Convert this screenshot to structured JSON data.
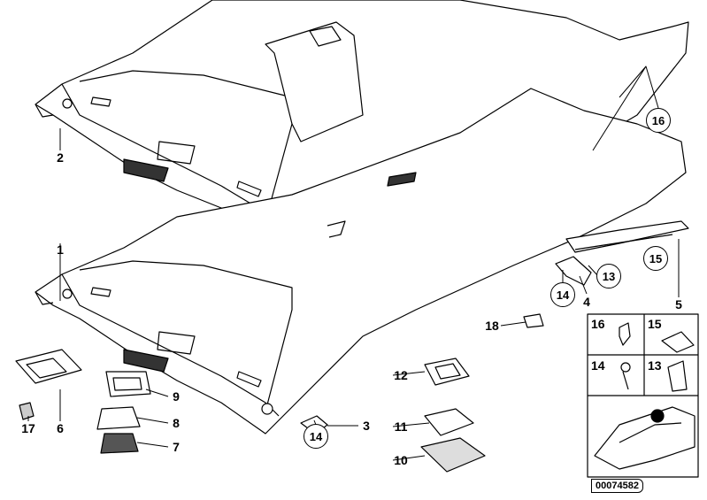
{
  "diagram": {
    "part_labels": {
      "p1": "1",
      "p2": "2",
      "p3": "3",
      "p4": "4",
      "p5": "5",
      "p6": "6",
      "p7": "7",
      "p8": "8",
      "p9": "9",
      "p10": "10",
      "p11": "11",
      "p12": "12",
      "p17": "17",
      "p18": "18"
    },
    "circled_labels": {
      "c16": "16",
      "c15": "15",
      "c13": "13",
      "c14a": "14",
      "c14b": "14"
    },
    "detail_box": {
      "cells": [
        "16",
        "15",
        "14",
        "13"
      ]
    },
    "part_number": "00074582"
  }
}
